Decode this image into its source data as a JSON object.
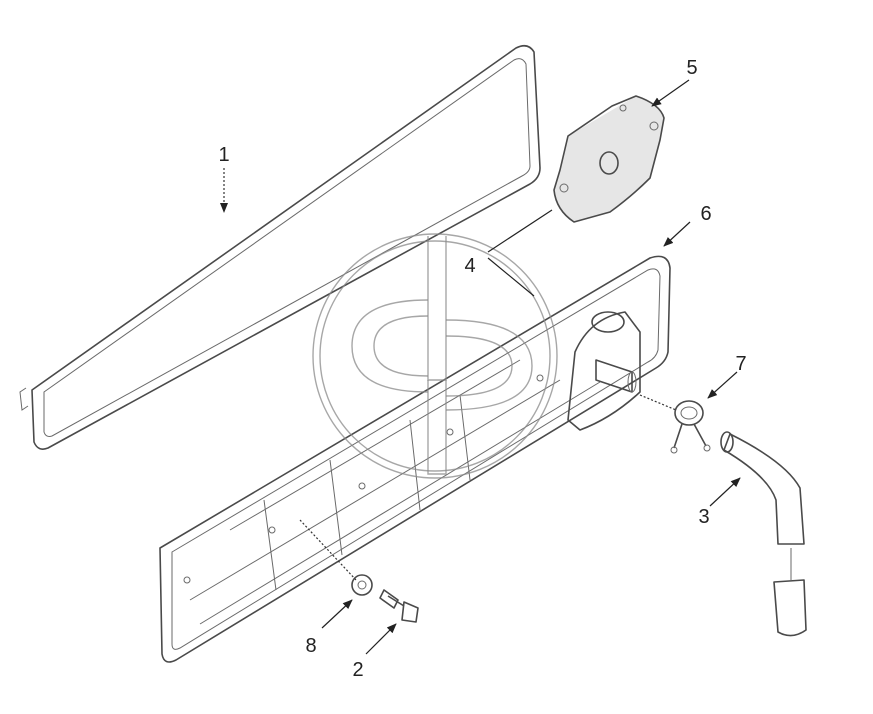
{
  "diagram": {
    "callouts": [
      {
        "id": "1",
        "label": "1"
      },
      {
        "id": "2",
        "label": "2"
      },
      {
        "id": "3",
        "label": "3"
      },
      {
        "id": "4",
        "label": "4"
      },
      {
        "id": "5",
        "label": "5"
      },
      {
        "id": "6",
        "label": "6"
      },
      {
        "id": "7",
        "label": "7"
      },
      {
        "id": "8",
        "label": "8"
      }
    ],
    "colors": {
      "line": "#4a4a4a",
      "text": "#222222",
      "watermark": "#8a8a8a"
    }
  }
}
